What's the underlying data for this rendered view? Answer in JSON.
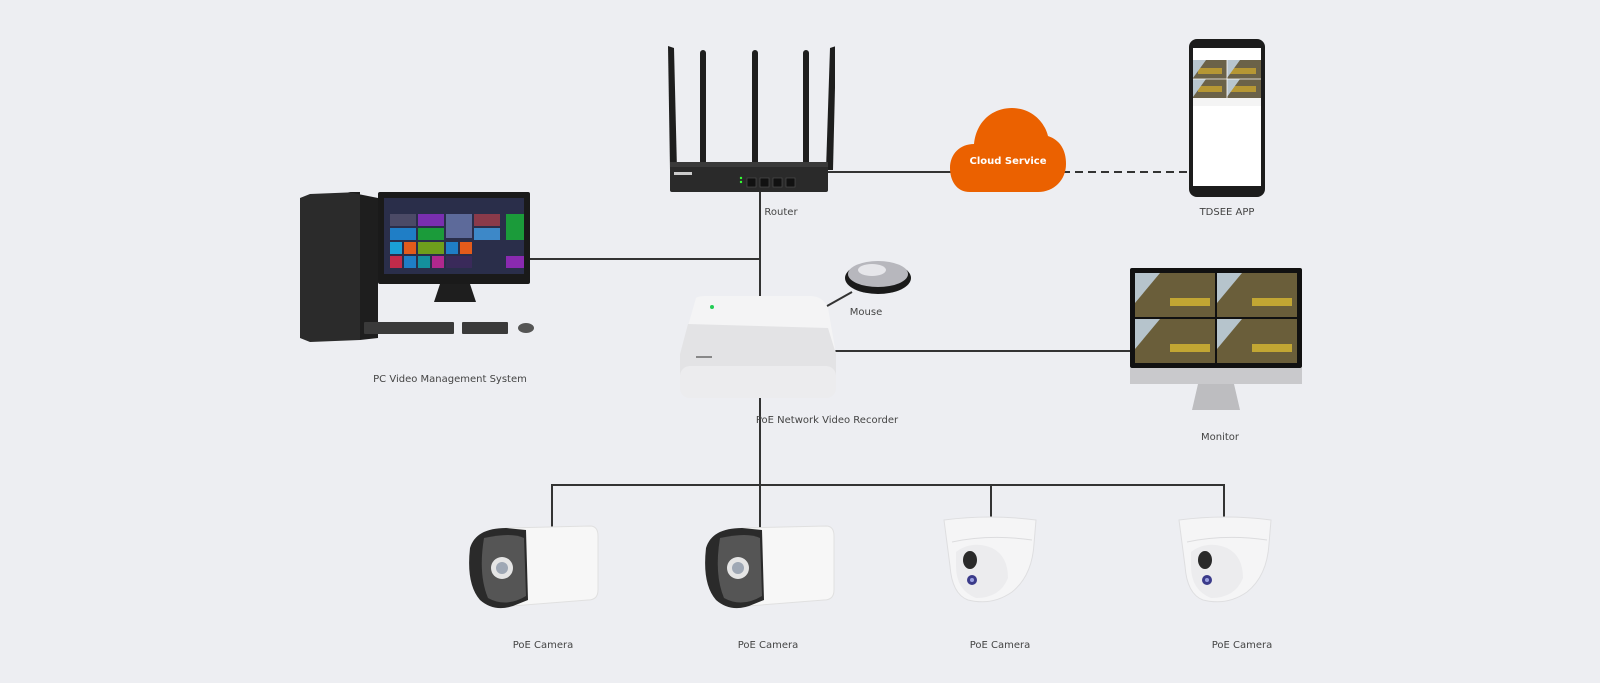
{
  "diagram": {
    "title": "PoE NVR network topology",
    "colors": {
      "background": "#edeef2",
      "wire": "#333333",
      "cloud": "#eb6100",
      "cloud_text": "#ffffff",
      "label_text": "#444444"
    },
    "nodes": {
      "router": {
        "label": "Router",
        "icon": "router-icon"
      },
      "cloud": {
        "label": "Cloud Service",
        "icon": "cloud-icon"
      },
      "app": {
        "label": "TDSEE APP",
        "icon": "smartphone-icon"
      },
      "pc": {
        "label": "PC Video Management System",
        "icon": "desktop-pc-icon"
      },
      "mouse": {
        "label": "Mouse",
        "icon": "mouse-icon"
      },
      "nvr": {
        "label": "PoE Network Video Recorder",
        "icon": "nvr-icon"
      },
      "monitor": {
        "label": "Monitor",
        "icon": "monitor-icon"
      },
      "cameras": [
        {
          "label": "PoE Camera",
          "type": "bullet",
          "icon": "bullet-camera-icon"
        },
        {
          "label": "PoE Camera",
          "type": "bullet",
          "icon": "bullet-camera-icon"
        },
        {
          "label": "PoE Camera",
          "type": "dome",
          "icon": "dome-camera-icon"
        },
        {
          "label": "PoE Camera",
          "type": "dome",
          "icon": "dome-camera-icon"
        }
      ]
    },
    "connections": [
      {
        "from": "router",
        "to": "cloud",
        "style": "solid"
      },
      {
        "from": "cloud",
        "to": "app",
        "style": "dashed"
      },
      {
        "from": "router",
        "to": "nvr",
        "style": "solid"
      },
      {
        "from": "pc",
        "to": "router",
        "style": "solid"
      },
      {
        "from": "nvr",
        "to": "mouse",
        "style": "solid"
      },
      {
        "from": "nvr",
        "to": "monitor",
        "style": "solid"
      },
      {
        "from": "nvr",
        "to": "cameras",
        "style": "solid"
      }
    ]
  }
}
